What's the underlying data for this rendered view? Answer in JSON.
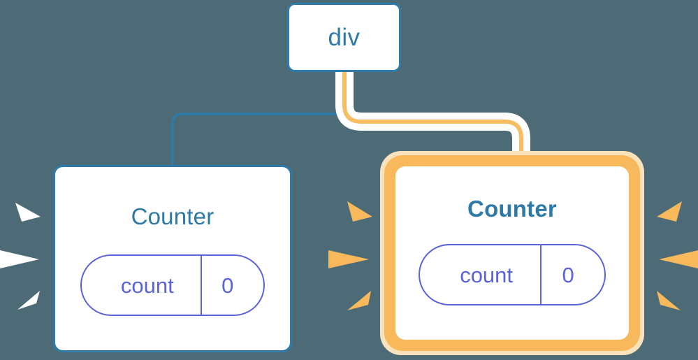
{
  "canvas": {
    "background_color": "#4d6b77"
  },
  "palette": {
    "blue_border": "#2d7cad",
    "blue_text": "#2e7aa7",
    "orange_ring": "#f7b95b",
    "orange_glow": "#fae3bc",
    "orange_wire": "#f8bd62",
    "white_halo": "#ffffff",
    "pill_purple": "#5b63d8",
    "white_ray": "#ffffff"
  },
  "tree": {
    "root": {
      "label": "div",
      "highlighted": false
    },
    "children": [
      {
        "name": "counter-left",
        "title": "Counter",
        "title_weight": "regular",
        "highlighted": false,
        "burst_color": "#ffffff",
        "state": {
          "key": "count",
          "value": "0"
        }
      },
      {
        "name": "counter-right",
        "title": "Counter",
        "title_weight": "bold",
        "highlighted": true,
        "burst_color": "#f7b95b",
        "state": {
          "key": "count",
          "value": "0"
        }
      }
    ]
  },
  "icons": {
    "left_burst": "sparkle-burst-icon",
    "right_burst": "sparkle-burst-icon",
    "wire_left": "tree-edge-line",
    "wire_right": "tree-edge-line-highlighted"
  }
}
